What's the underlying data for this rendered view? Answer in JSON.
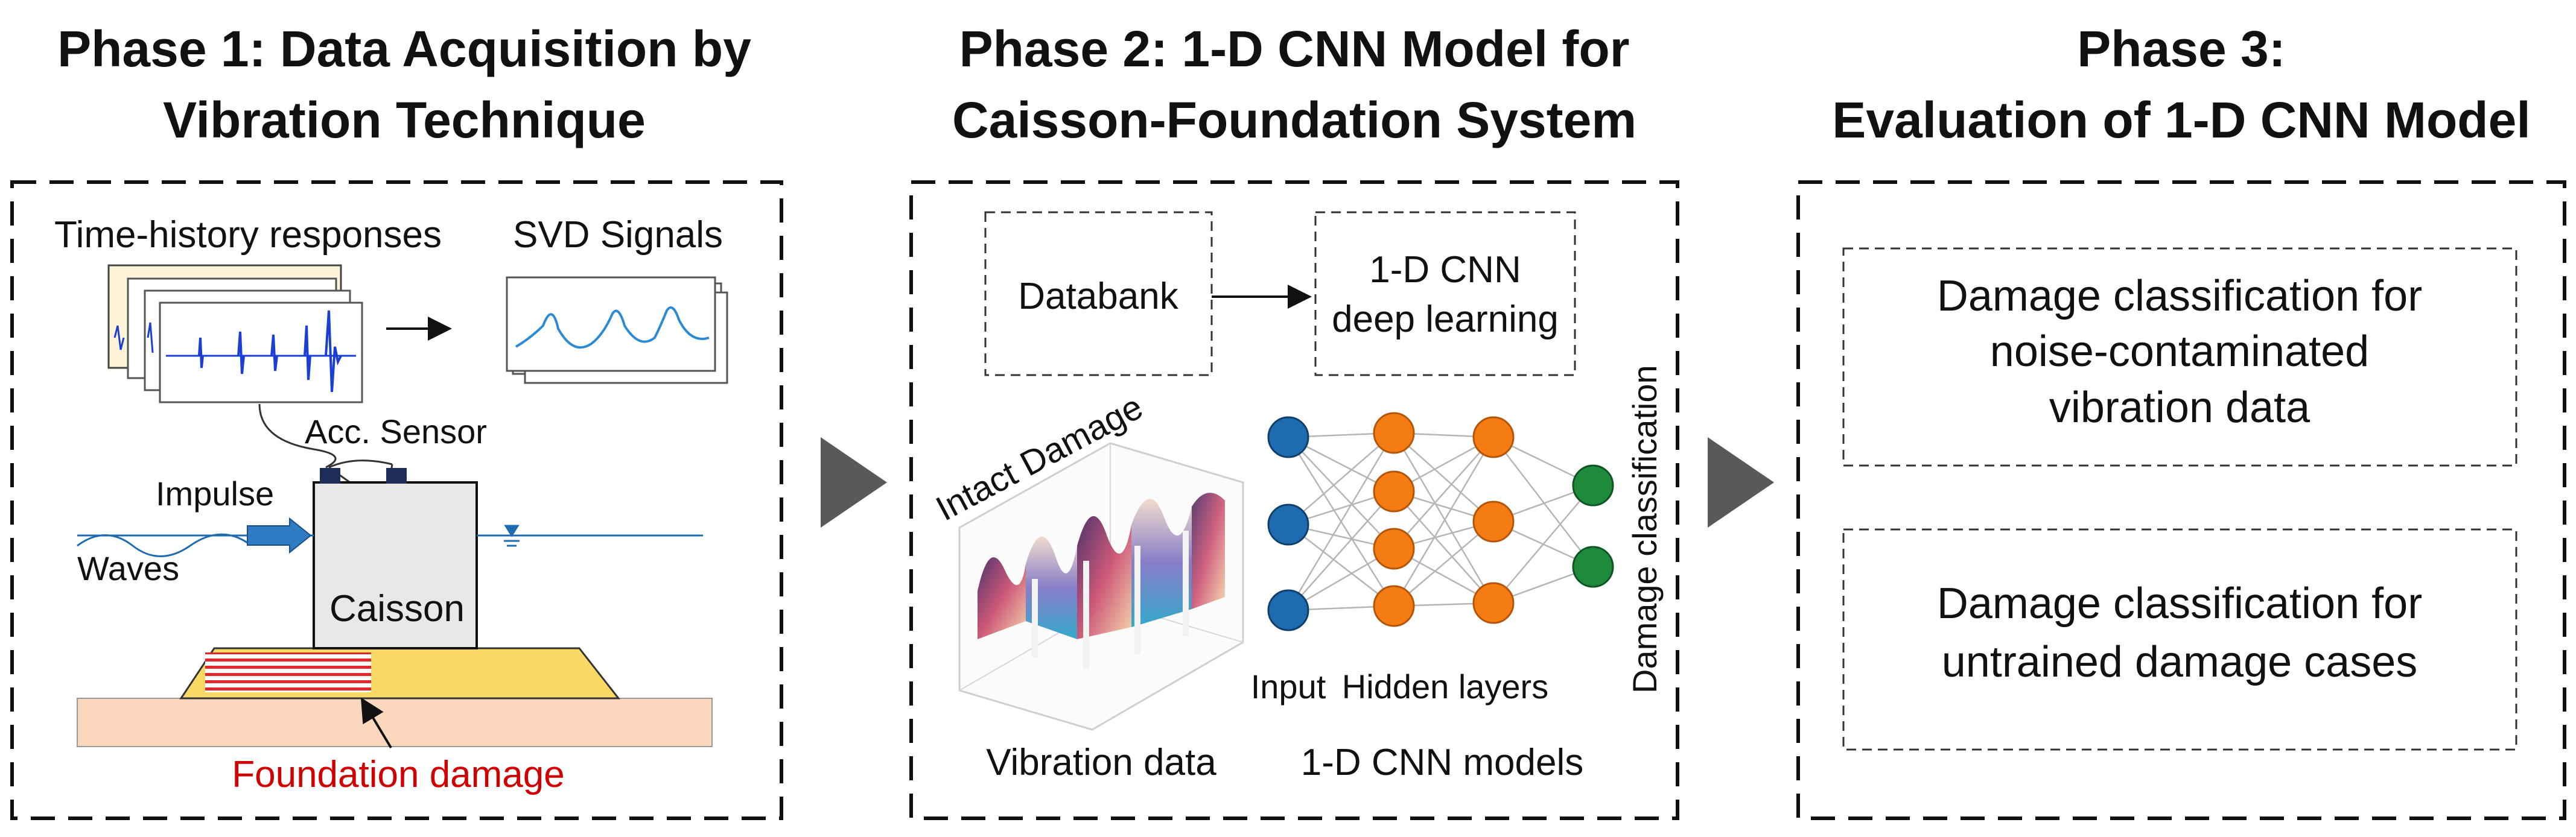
{
  "phases": [
    {
      "title_line1": "Phase 1: Data Acquisition by",
      "title_line2": "Vibration Technique"
    },
    {
      "title_line1": "Phase 2: 1-D CNN Model for",
      "title_line2": "Caisson-Foundation System"
    },
    {
      "title_line1": "Phase 3:",
      "title_line2": "Evaluation of 1-D CNN Model"
    }
  ],
  "phase1": {
    "time_history_label": "Time-history responses",
    "svd_label": "SVD Signals",
    "sensor_label": "Acc. Sensor",
    "impulse_label": "Impulse",
    "waves_label": "Waves",
    "caisson_label": "Caisson",
    "damage_label": "Foundation damage"
  },
  "phase2": {
    "databank_label": "Databank",
    "cnn_line1": "1-D CNN",
    "cnn_line2": "deep learning",
    "intact_damage_label": "Intact Damage",
    "input_label": "Input",
    "hidden_label": "Hidden layers",
    "classification_label": "Damage classification",
    "vibration_data_label": "Vibration data",
    "models_label": "1-D CNN models"
  },
  "phase3": {
    "box1_line1": "Damage classification for",
    "box1_line2": "noise-contaminated",
    "box1_line3": "vibration data",
    "box2_line1": "Damage classification for",
    "box2_line2": "untrained damage cases"
  },
  "colors": {
    "input_node": "#1f6bb0",
    "hidden_node": "#f57c12",
    "output_node": "#1e8a3c",
    "arrow": "#595959",
    "damage_text": "#d00000",
    "signal_blue": "#1b3fd6",
    "soil": "#fbd7bd",
    "mound": "#f9d863"
  },
  "icons": [
    "phase-arrow-icon",
    "impulse-arrow-icon",
    "water-level-icon"
  ]
}
